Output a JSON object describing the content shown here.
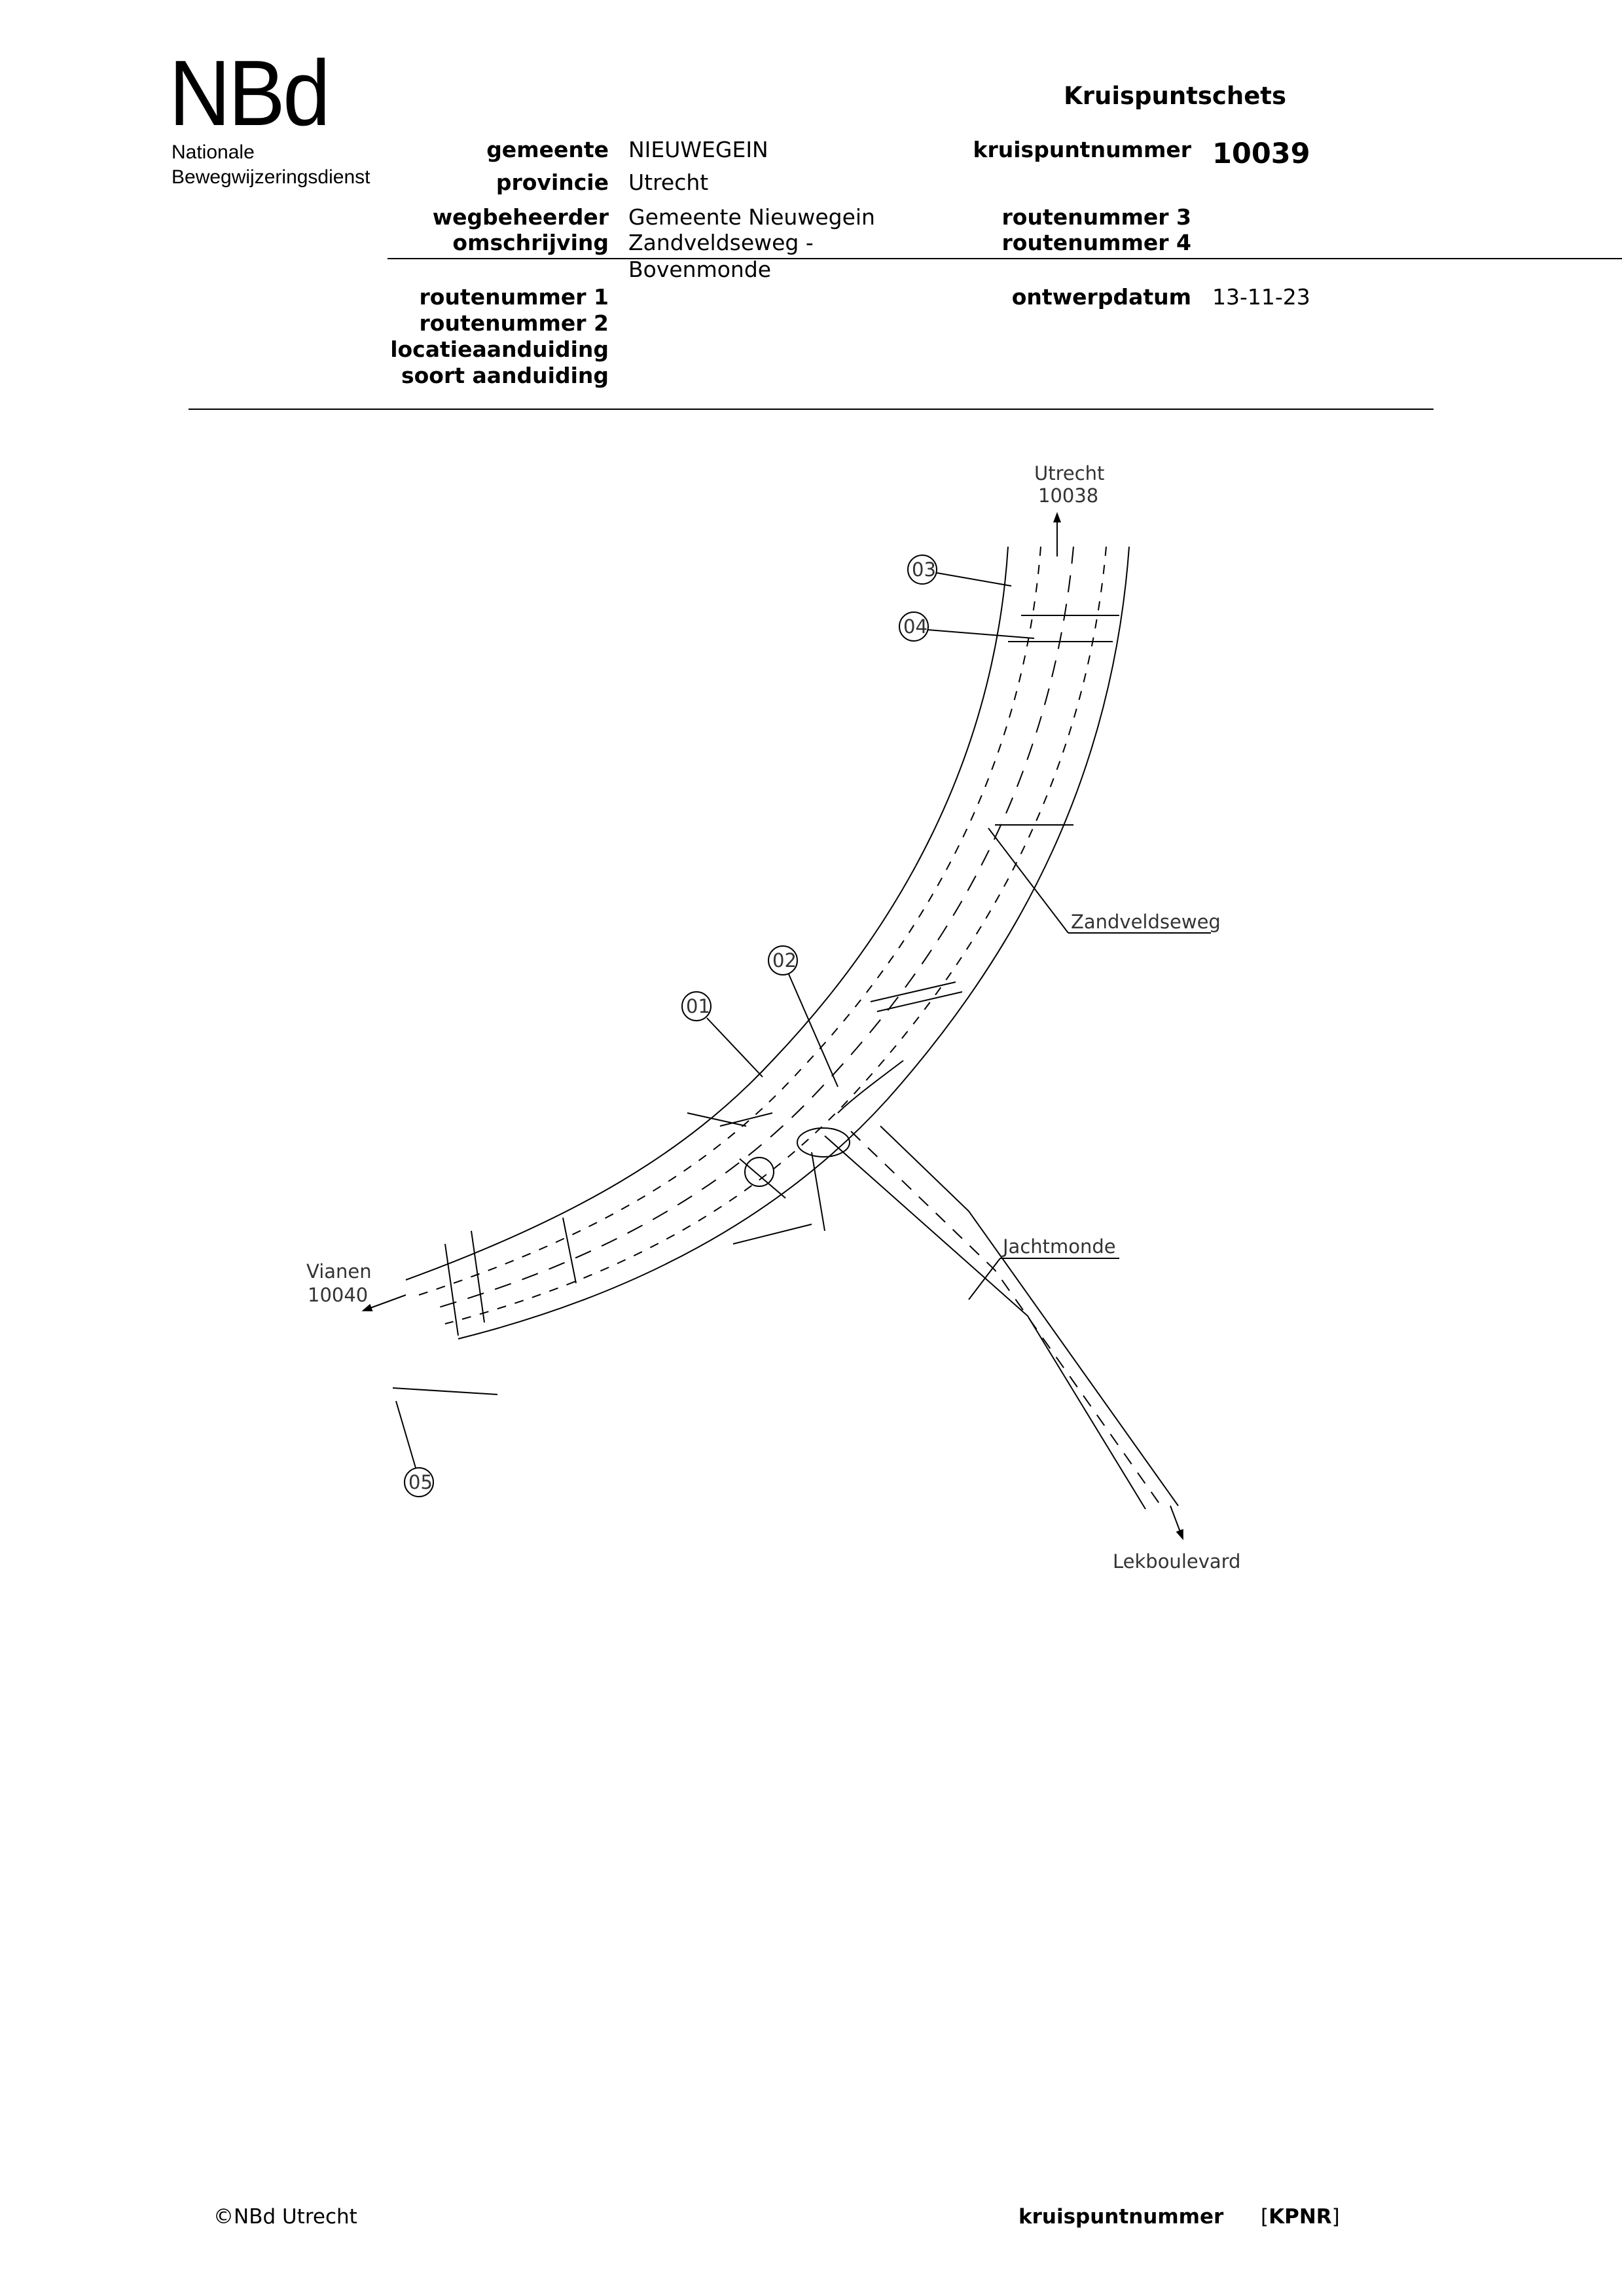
{
  "logo": {
    "mark": "NBd",
    "line1": "Nationale",
    "line2": "Bewegwijzeringsdienst"
  },
  "document": {
    "title": "Kruispuntschets"
  },
  "header_left": {
    "gemeente_label": "gemeente",
    "gemeente_value": "NIEUWEGEIN",
    "provincie_label": "provincie",
    "provincie_value": "Utrecht",
    "wegbeheerder_label": "wegbeheerder",
    "wegbeheerder_value": "Gemeente Nieuwegein",
    "omschrijving_label": "omschrijving",
    "omschrijving_value_1": "Zandveldseweg -",
    "omschrijving_value_2": "Bovenmonde",
    "routenummer1_label": "routenummer 1",
    "routenummer2_label": "routenummer 2",
    "locatie_label": "locatieaanduiding",
    "soort_label": "soort aanduiding"
  },
  "header_right": {
    "kruispuntnummer_label": "kruispuntnummer",
    "kruispuntnummer_value": "10039",
    "routenummer3_label": "routenummer 3",
    "routenummer4_label": "routenummer 4",
    "ontwerpdatum_label": "ontwerpdatum",
    "ontwerpdatum_value": "13-11-23"
  },
  "map": {
    "north_dest_name": "Utrecht",
    "north_dest_num": "10038",
    "west_dest_name": "Vianen",
    "west_dest_num": "10040",
    "south_dest_name": "Lekboulevard",
    "street_main": "Zandveldseweg",
    "street_side": "Jachtmonde",
    "markers": [
      "01",
      "02",
      "03",
      "04",
      "05"
    ]
  },
  "footer": {
    "copyright": "©NBd Utrecht",
    "kpnr_label": "kruispuntnummer",
    "kpnr_open": "[",
    "kpnr_value": "KPNR",
    "kpnr_close": "]"
  }
}
